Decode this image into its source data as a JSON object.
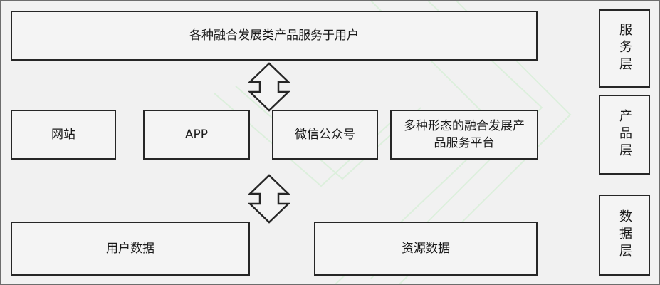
{
  "service_layer": {
    "main_box": "各种融合发展类产品服务于用户",
    "layer_label": "服务层"
  },
  "product_layer": {
    "items": [
      "网站",
      "APP",
      "微信公众号",
      "多种形态的融合发展产品服务平台"
    ],
    "layer_label": "产品层"
  },
  "data_layer": {
    "items": [
      "用户数据",
      "资源数据"
    ],
    "layer_label": "数据层"
  },
  "colors": {
    "border": "#262626",
    "watermark": "#d7ecd7"
  }
}
